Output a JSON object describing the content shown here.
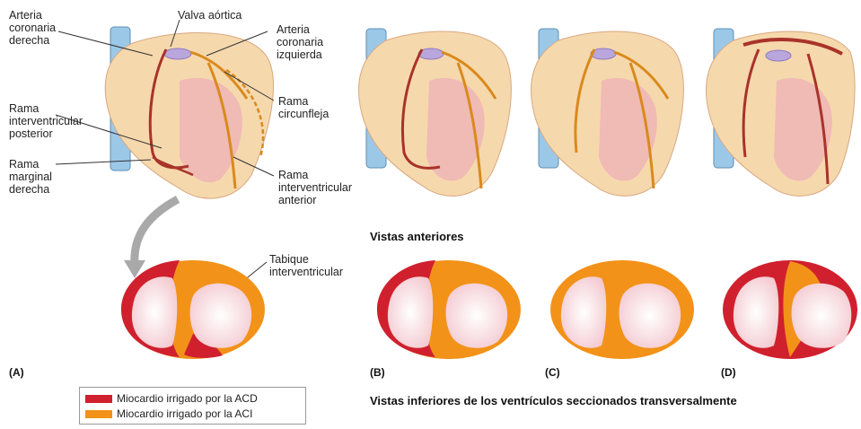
{
  "colors": {
    "acd": "#d0202e",
    "aci": "#f29219",
    "artery_red": "#a8332a",
    "artery_orange": "#d98a1c",
    "heart_fill": "#f6d8ad",
    "heart_pink": "#eeb0b8",
    "vessel_blue": "#9cc8e8"
  },
  "labels": {
    "arteria_coronaria_derecha": [
      "Arteria",
      "coronaria",
      "derecha"
    ],
    "valva_aortica": "Valva aórtica",
    "arteria_coronaria_izquierda": [
      "Arteria",
      "coronaria",
      "izquierda"
    ],
    "rama_circunfleja": [
      "Rama",
      "circunfleja"
    ],
    "rama_interventricular_posterior": [
      "Rama",
      "interventricular",
      "posterior"
    ],
    "rama_marginal_derecha": [
      "Rama",
      "marginal",
      "derecha"
    ],
    "rama_interventricular_anterior": [
      "Rama",
      "interventricular",
      "anterior"
    ],
    "tabique_interventricular": [
      "Tabique",
      "interventricular"
    ]
  },
  "captions": {
    "vistas_anteriores": "Vistas anteriores",
    "vistas_inferiores": "Vistas inferiores de los ventrículos seccionados transversalmente"
  },
  "panels": [
    "(A)",
    "(B)",
    "(C)",
    "(D)"
  ],
  "legend": {
    "acd": "Miocardio irrigado por la ACD",
    "aci": "Miocardio irrigado por la ACI"
  }
}
